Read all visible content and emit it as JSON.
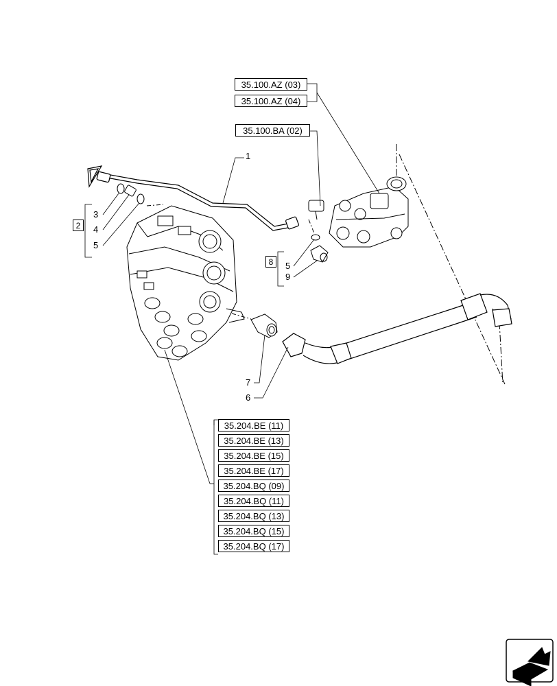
{
  "refs_top": [
    "35.100.AZ (03)",
    "35.100.AZ (04)"
  ],
  "ref_mid": "35.100.BA (02)",
  "refs_bottom": [
    "35.204.BE (11)",
    "35.204.BE (13)",
    "35.204.BE (15)",
    "35.204.BE (17)",
    "35.204.BQ (09)",
    "35.204.BQ (11)",
    "35.204.BQ (13)",
    "35.204.BQ (15)",
    "35.204.BQ (17)"
  ],
  "callouts": {
    "c1": "1",
    "c3": "3",
    "c4": "4",
    "c5a": "5",
    "c5b": "5",
    "c9": "9",
    "c7": "7",
    "c6": "6"
  },
  "groups": {
    "g2": "2",
    "g8": "8"
  }
}
